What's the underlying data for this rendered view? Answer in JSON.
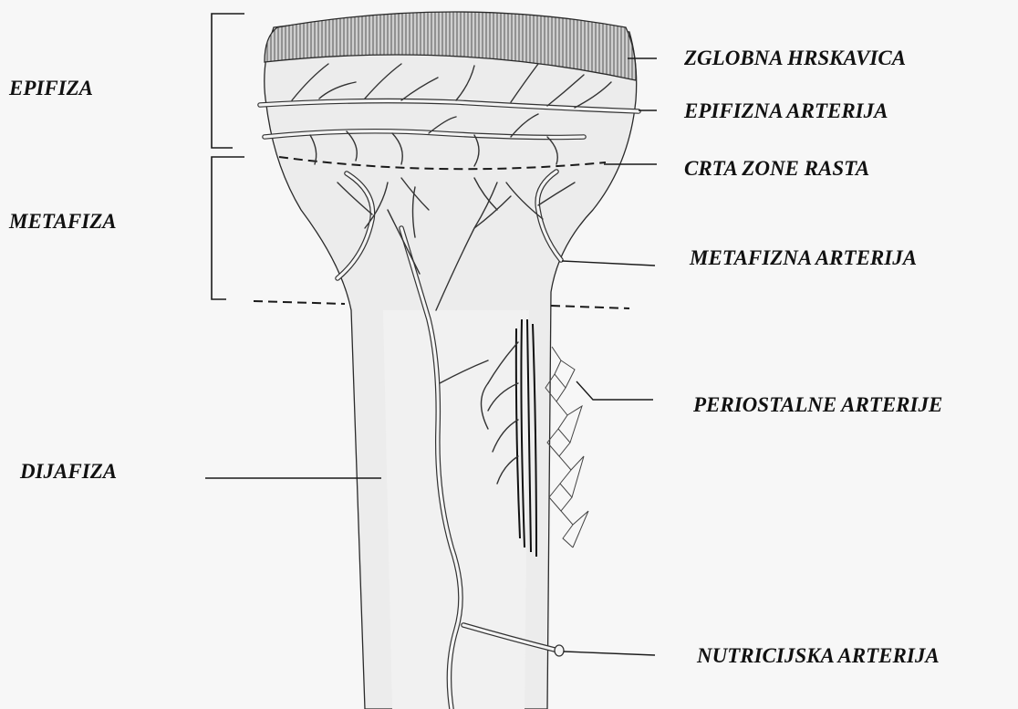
{
  "labels": {
    "left": {
      "epifiza": "EPIFIZA",
      "metafiza": "METAFIZA",
      "dijafiza": "DIJAFIZA"
    },
    "right": {
      "zglobna_hrskavica": "ZGLOBNA HRSKAVICA",
      "epifizna_arterija": "EPIFIZNA ARTERIJA",
      "crta_zone_rasta": "CRTA ZONE RASTA",
      "metafizna_arterija": "METAFIZNA ARTERIJA",
      "periostalne_arterije": "PERIOSTALNE ARTERIJE",
      "nutricijska_arterija": "NUTRICIJSKA ARTERIJA"
    }
  },
  "colors": {
    "background": "#f7f7f7",
    "bone_fill": "#ececec",
    "cartilage_hatch": "#555555",
    "ink": "#111111"
  }
}
